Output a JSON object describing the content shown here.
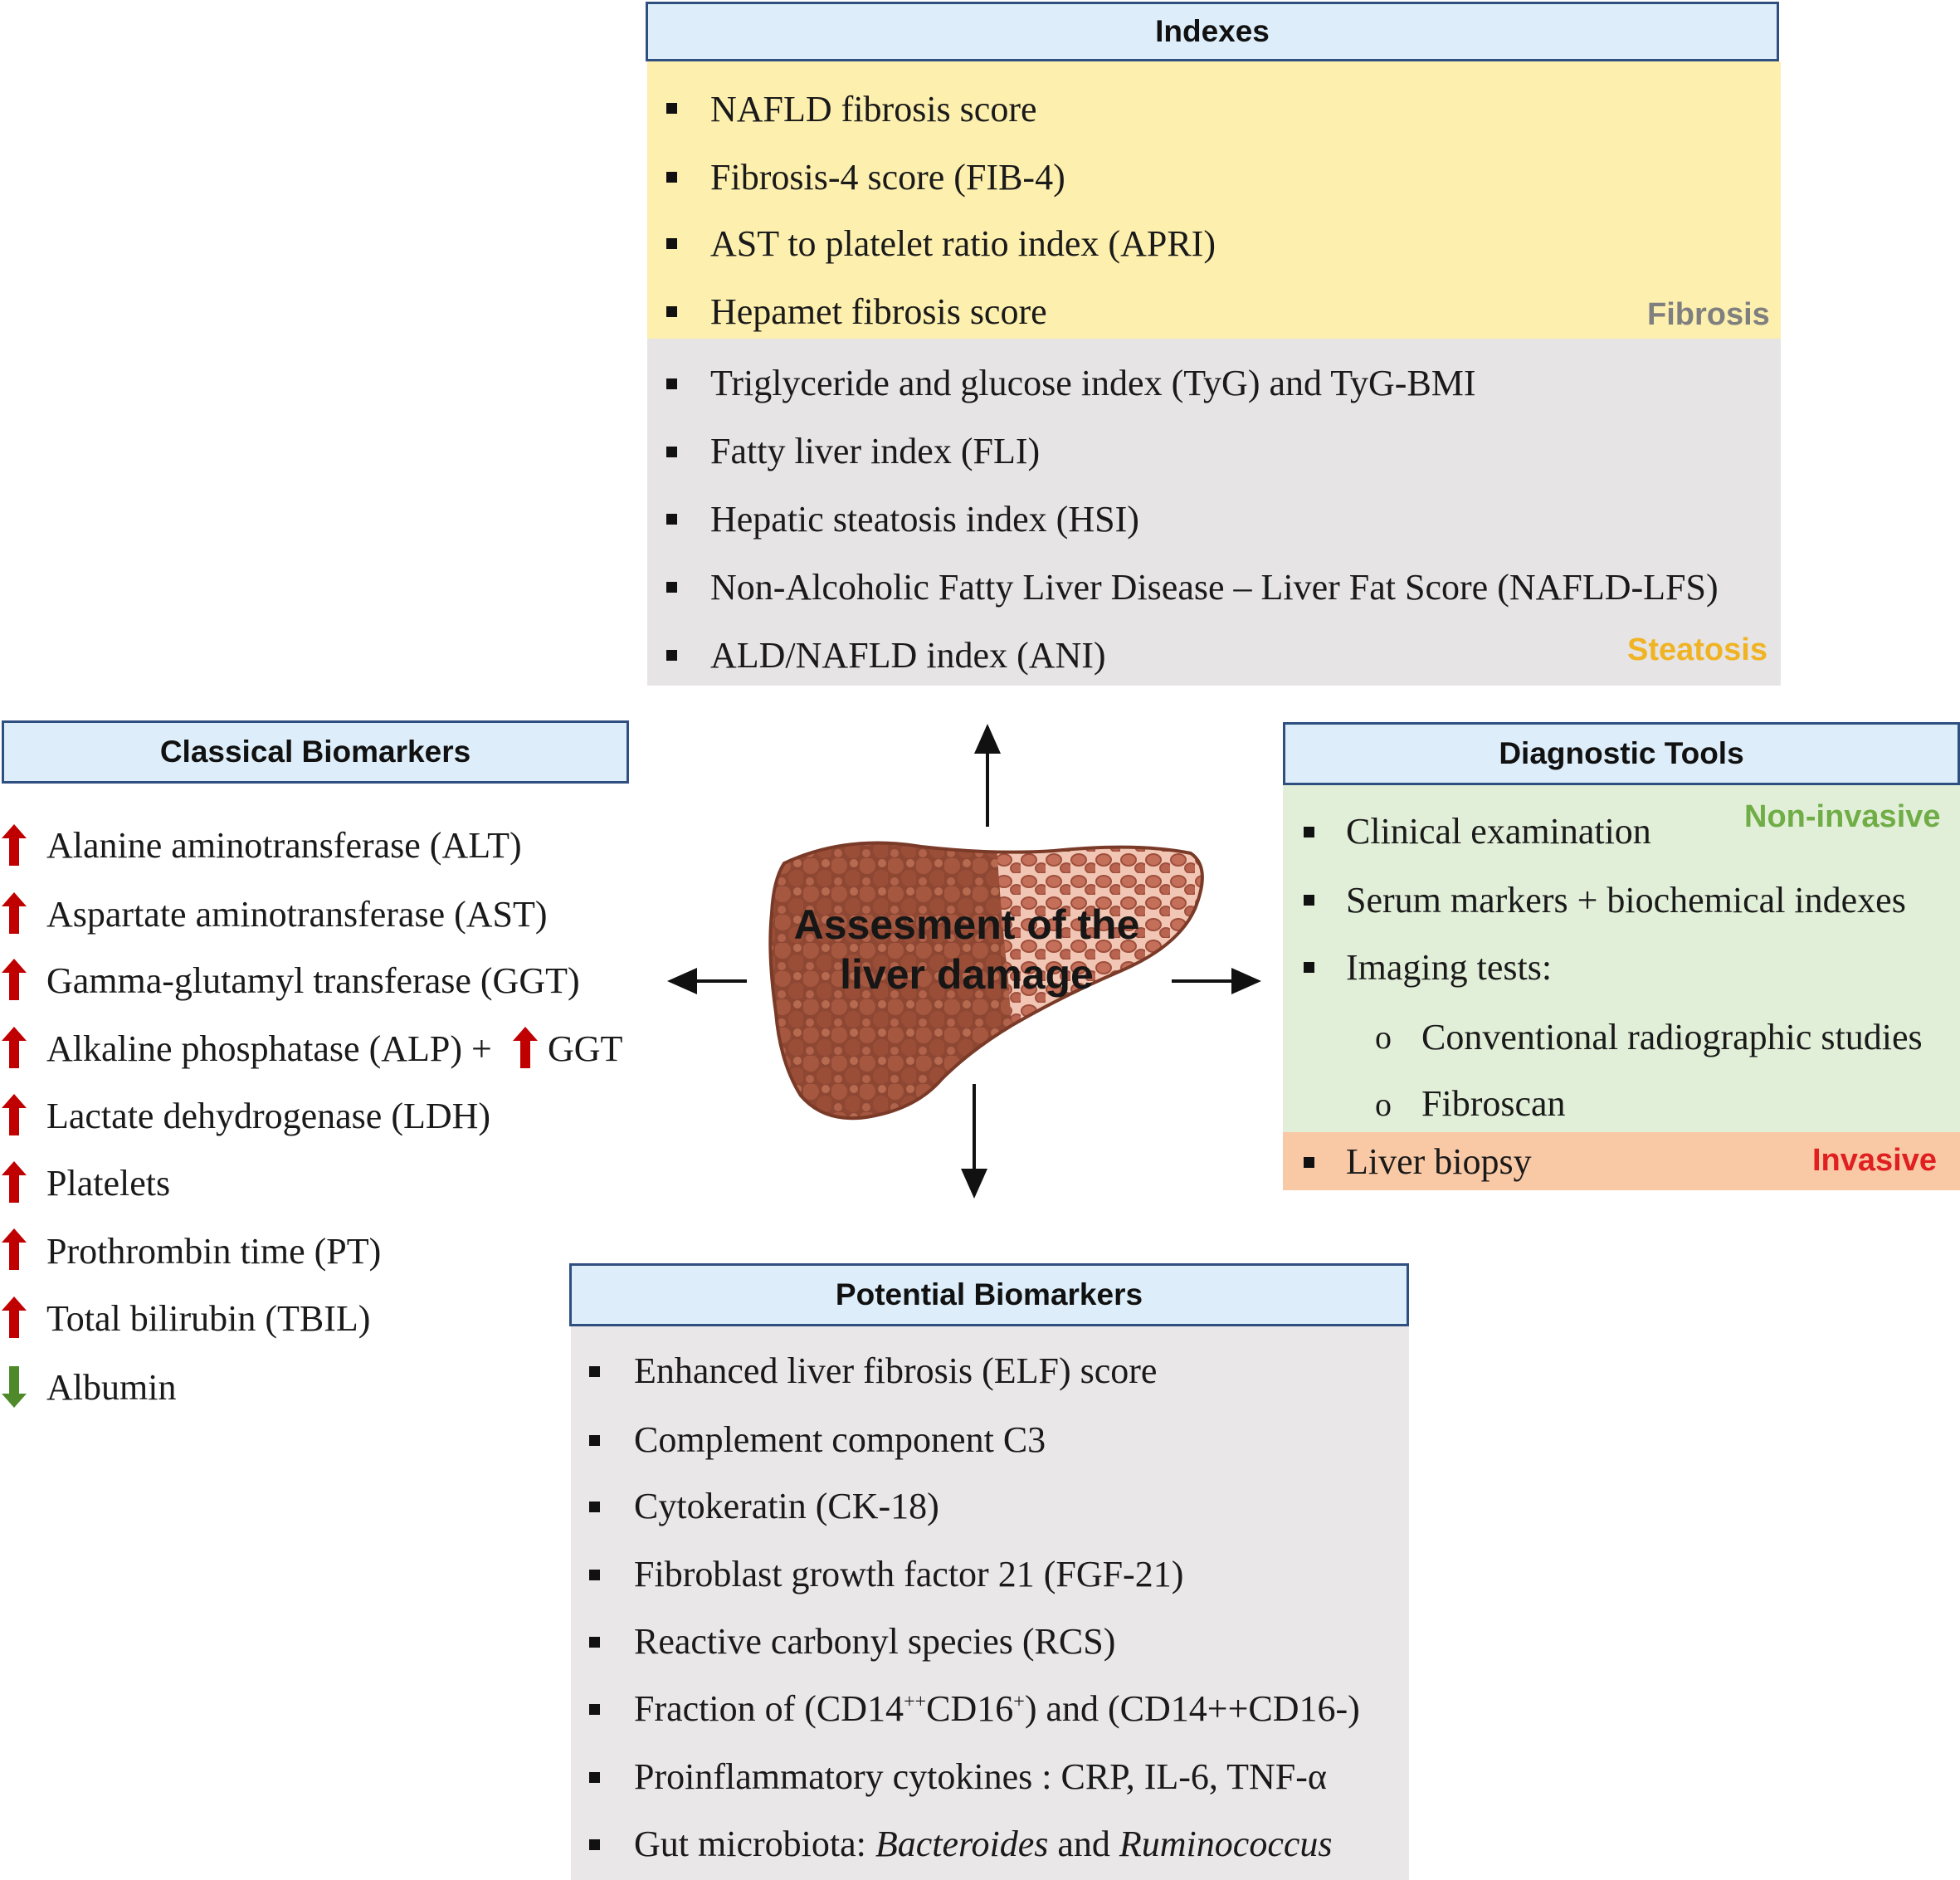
{
  "colors": {
    "header_fill": "#ddeefa",
    "header_border": "#2e4f80",
    "fibrosis_band": "#fdefad",
    "steatosis_band": "#e6e4e4",
    "noninvasive_band": "#e2efd8",
    "invasive_band": "#f9c9a6",
    "potential_band": "#e9e7e7",
    "fibrosis_tag": "#7f7f7f",
    "steatosis_tag": "#f0b323",
    "noninvasive_tag": "#70ad47",
    "invasive_tag": "#e02020",
    "up_arrow": "#c00000",
    "down_arrow": "#4f8a2a"
  },
  "center": {
    "line1": "Assesment of the",
    "line2": "liver damage",
    "icon": "liver-icon"
  },
  "indexes": {
    "header": "Indexes",
    "fibrosis_tag": "Fibrosis",
    "fibrosis_items": [
      "NAFLD fibrosis score",
      "Fibrosis-4 score (FIB-4)",
      "AST to platelet ratio index (APRI)",
      "Hepamet fibrosis score"
    ],
    "steatosis_tag": "Steatosis",
    "steatosis_items": [
      "Triglyceride and glucose index (TyG) and TyG-BMI",
      "Fatty liver index (FLI)",
      "Hepatic steatosis index (HSI)",
      "Non-Alcoholic Fatty Liver Disease – Liver Fat Score (NAFLD-LFS)",
      "ALD/NAFLD index (ANI)"
    ]
  },
  "classical": {
    "header": "Classical Biomarkers",
    "items": [
      {
        "label": "Alanine aminotransferase (ALT)",
        "direction": "up"
      },
      {
        "label": "Aspartate aminotransferase (AST)",
        "direction": "up"
      },
      {
        "label": "Gamma-glutamyl transferase (GGT)",
        "direction": "up"
      },
      {
        "label": "Alkaline phosphatase (ALP) +",
        "direction": "up",
        "extra_label": "GGT",
        "extra_direction": "up"
      },
      {
        "label": "Lactate dehydrogenase (LDH)",
        "direction": "up"
      },
      {
        "label": "Platelets",
        "direction": "up"
      },
      {
        "label": "Prothrombin time (PT)",
        "direction": "up"
      },
      {
        "label": "Total bilirubin (TBIL)",
        "direction": "up"
      },
      {
        "label": "Albumin",
        "direction": "down"
      }
    ]
  },
  "diagnostic": {
    "header": "Diagnostic Tools",
    "noninvasive_tag": "Non-invasive",
    "invasive_tag": "Invasive",
    "items": [
      "Clinical examination",
      "Serum markers + biochemical indexes",
      "Imaging tests:"
    ],
    "subitems": [
      "Conventional radiographic studies",
      "Fibroscan"
    ],
    "sub_bullet": "o",
    "invasive_items": [
      "Liver biopsy"
    ]
  },
  "potential": {
    "header": "Potential Biomarkers",
    "items": [
      "Enhanced liver fibrosis (ELF) score",
      "Complement component C3",
      "Cytokeratin (CK-18)",
      "Fibroblast growth factor 21 (FGF-21)",
      "Reactive carbonyl species (RCS)"
    ],
    "fraction": {
      "prefix": "Fraction of (CD14",
      "sup1": "++",
      "mid": "CD16",
      "sup2": "+",
      "suffix": ") and (CD14++CD16-)"
    },
    "cytokines": "Proinflammatory cytokines : CRP, IL-6, TNF-α",
    "microbiota": {
      "prefix": "Gut microbiota: ",
      "genus1": "Bacteroides",
      "joiner": " and ",
      "genus2": "Ruminococcus"
    }
  }
}
